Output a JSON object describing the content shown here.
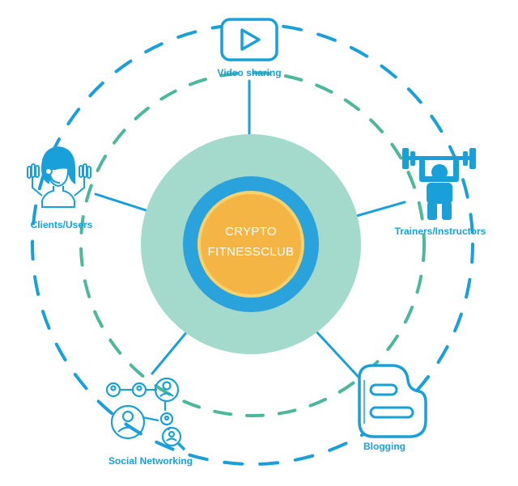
{
  "center": {
    "line1": "CRYPTO",
    "line2": "FITNESSCLUB"
  },
  "nodes": [
    {
      "label": "Video sharing",
      "icon": "video-play-icon"
    },
    {
      "label": "Trainers/Instructors",
      "icon": "weightlifter-icon"
    },
    {
      "label": "Blogging",
      "icon": "blogger-icon"
    },
    {
      "label": "Social Networking",
      "icon": "social-network-icon"
    },
    {
      "label": "Clients/Users",
      "icon": "client-user-icon"
    }
  ],
  "colors": {
    "blue": "#1aa0d8",
    "teal": "#4cb89b",
    "light_teal": "#a3dacb",
    "ring_blue": "#2aa3dd",
    "core_orange": "#f5b544",
    "core_orange_edge": "#f7d16a"
  }
}
